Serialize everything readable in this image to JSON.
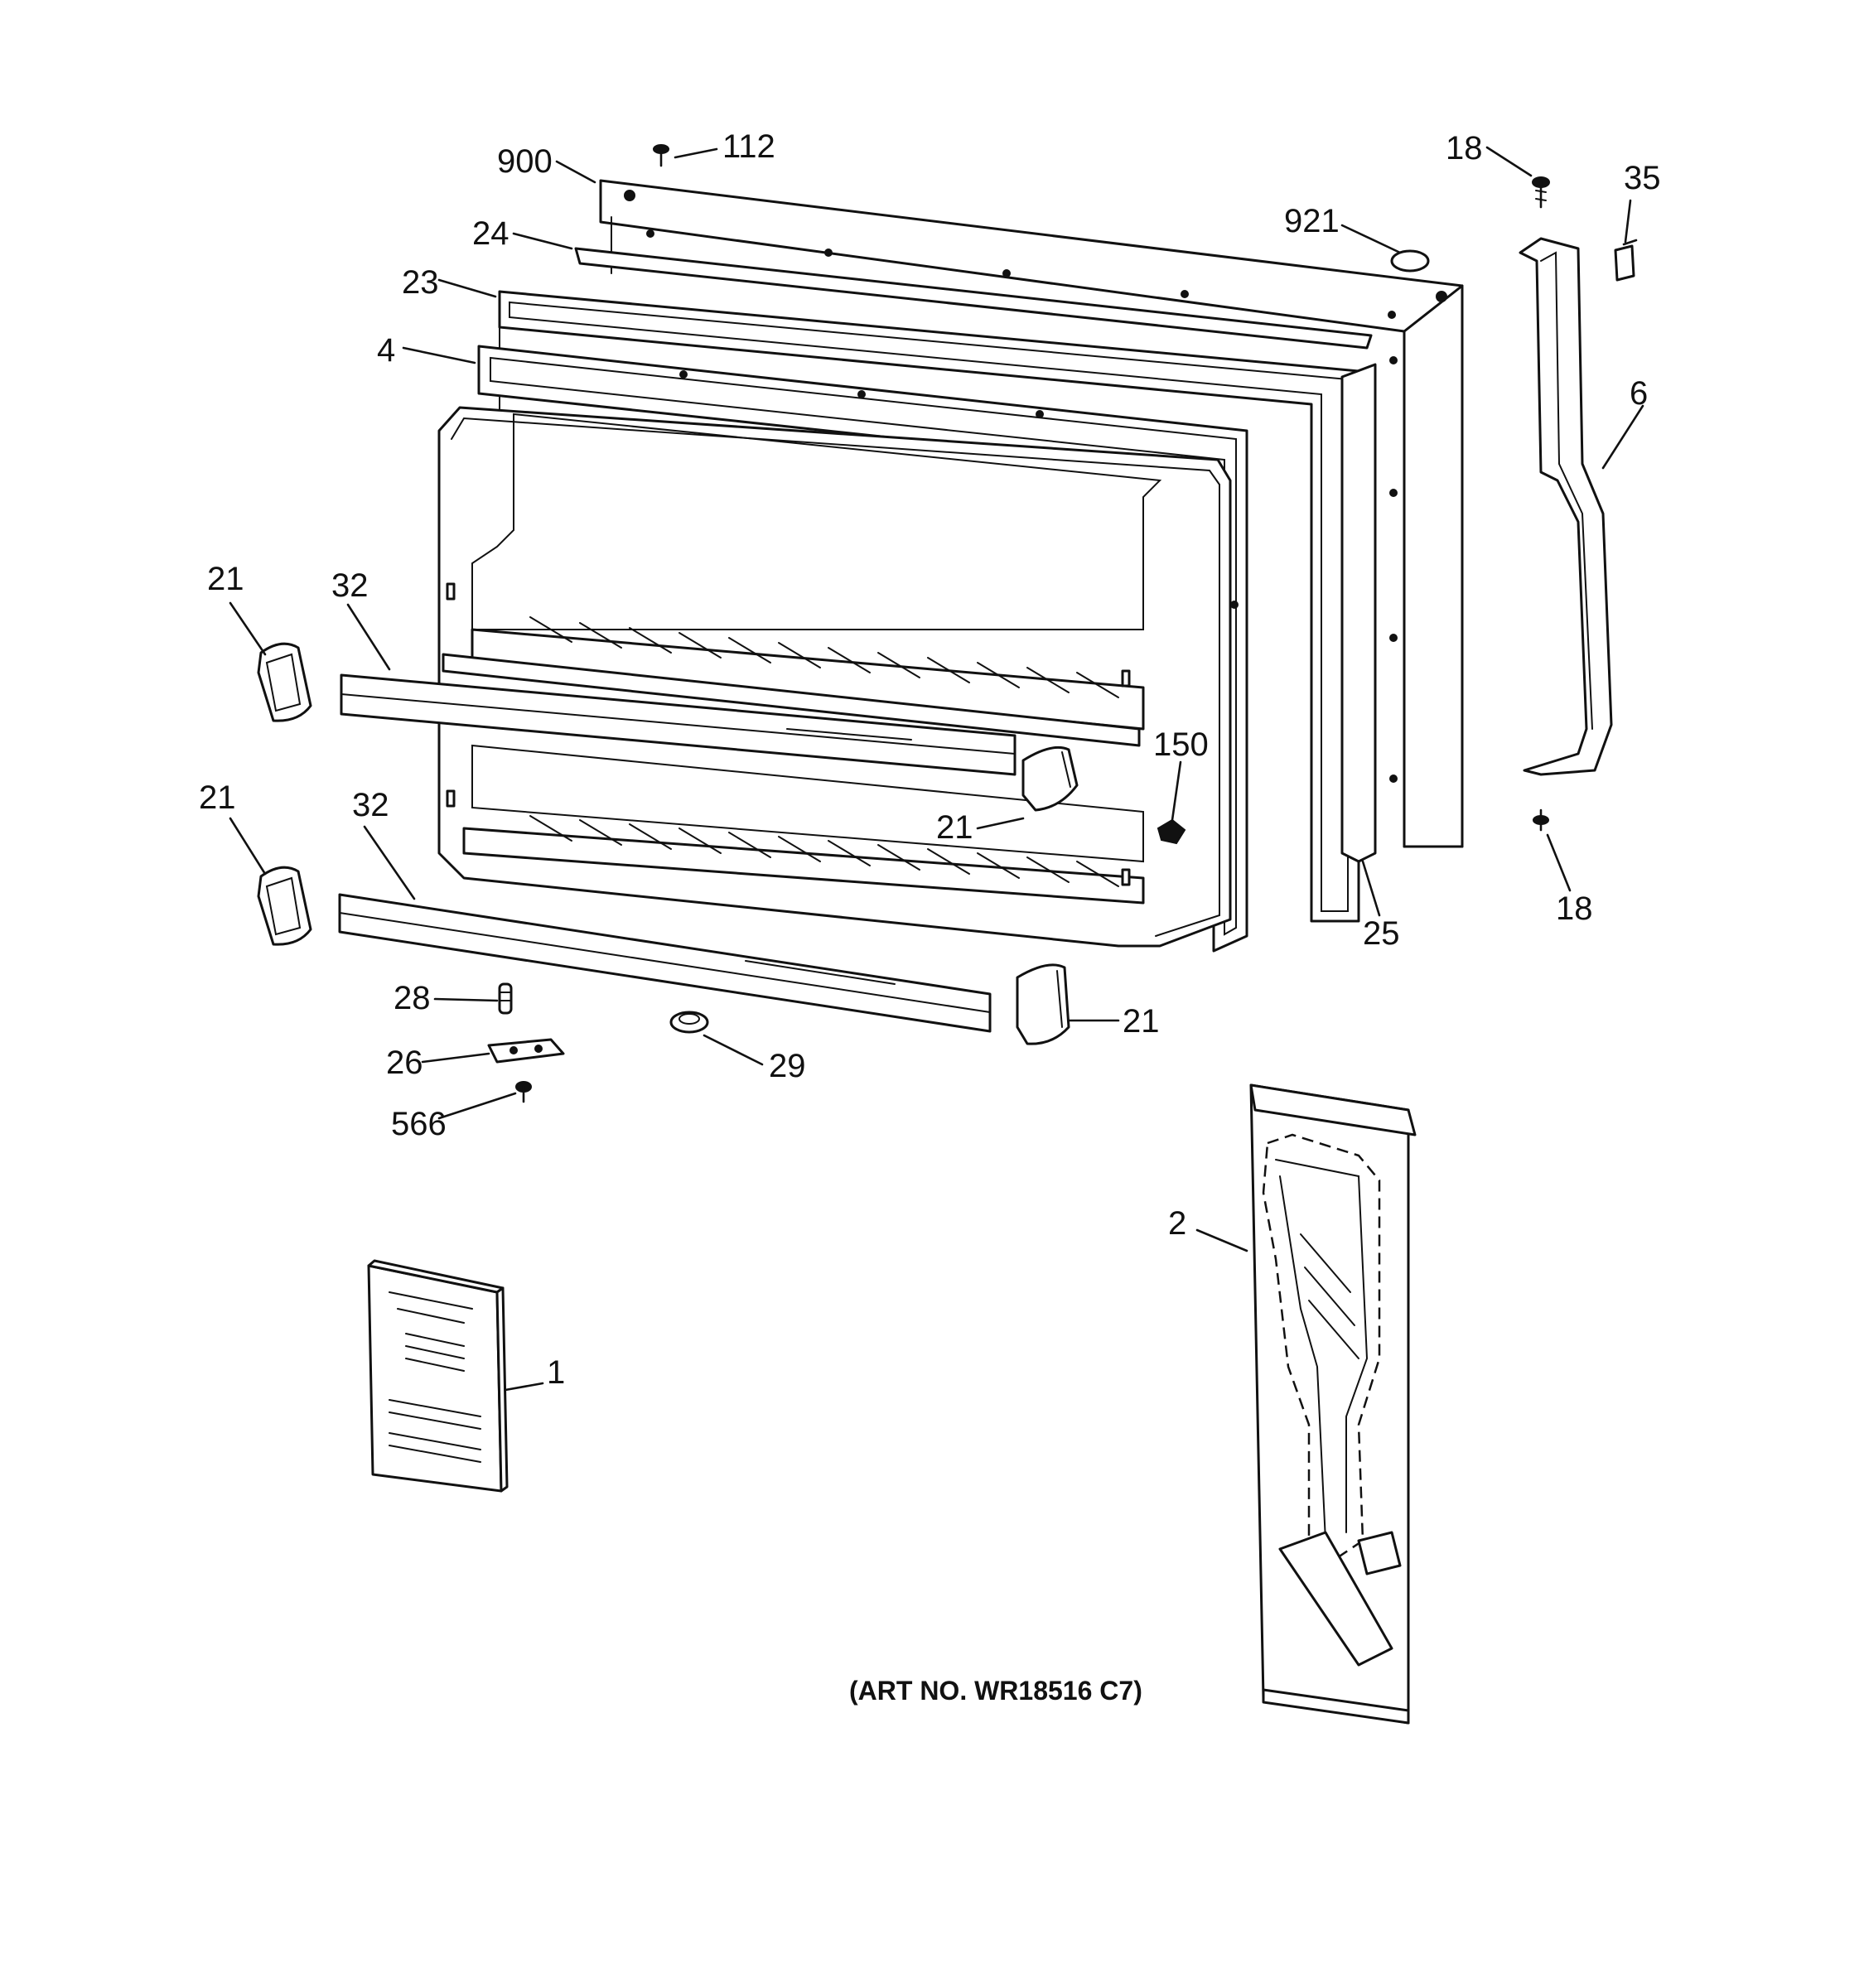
{
  "callouts": {
    "c900": "900",
    "c112": "112",
    "c24": "24",
    "c23": "23",
    "c4": "4",
    "c921": "921",
    "c18_top": "18",
    "c35": "35",
    "c6": "6",
    "c21_upper_left": "21",
    "c32_upper": "32",
    "c21_lower_left": "21",
    "c32_lower": "32",
    "c150": "150",
    "c21_mid": "21",
    "c25": "25",
    "c18_bottom": "18",
    "c28": "28",
    "c26": "26",
    "c566": "566",
    "c29": "29",
    "c21_bottom": "21",
    "c2": "2",
    "c1": "1"
  },
  "art_number": "(ART NO. WR18516 C7)"
}
